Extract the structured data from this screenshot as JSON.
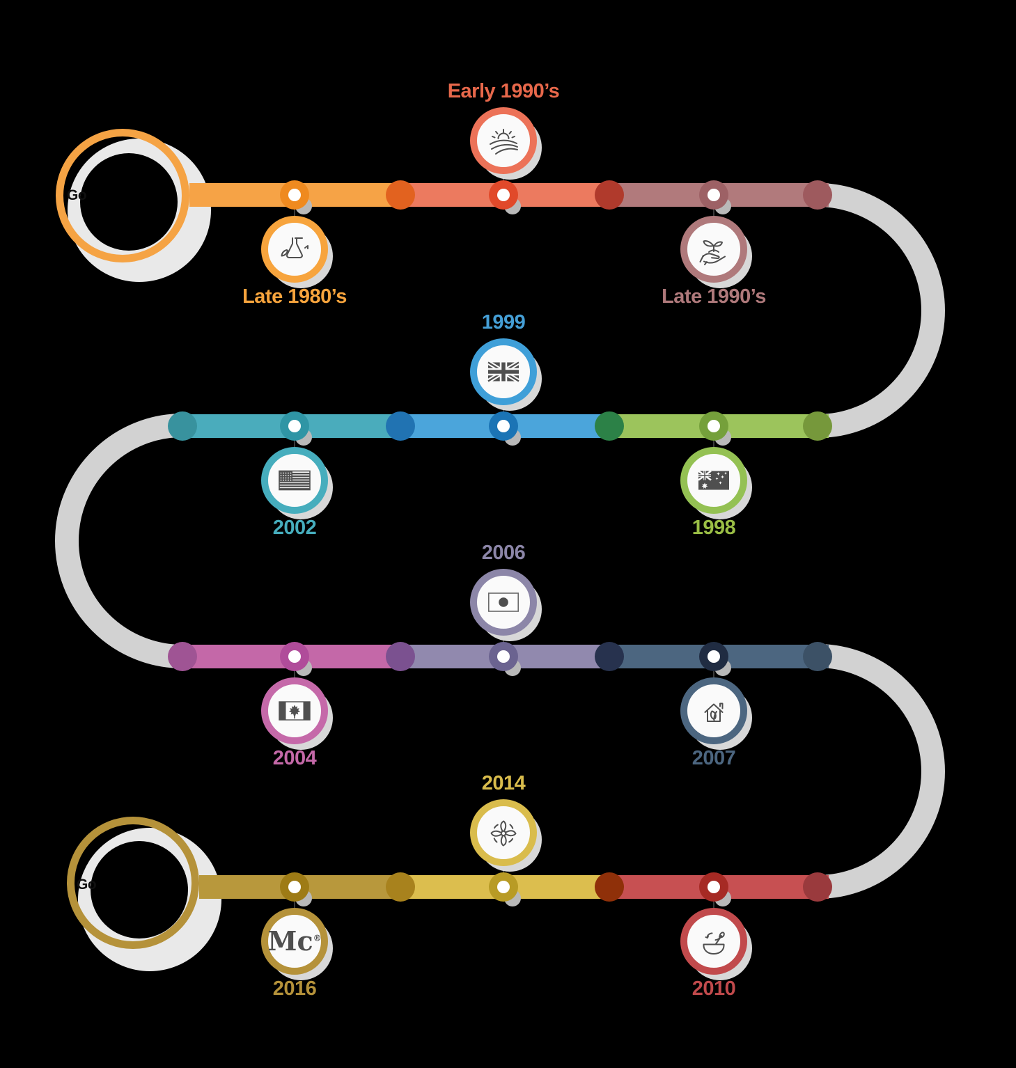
{
  "page": {
    "background_color": "#000000",
    "curve_color": "#D2D2D2",
    "shadow_color": "#B9B9B9"
  },
  "start_circle": {
    "visible_text": "Go",
    "ring_color": "#F5A344"
  },
  "end_circle": {
    "visible_text": "Go",
    "ring_color": "#B5923A"
  },
  "rows": [
    {
      "name": "row-1",
      "bar_segments": [
        "#F6A346",
        "#EC7A5F",
        "#B17A7C"
      ],
      "junction_dots": [
        "#E2621F",
        "#B03A2C",
        "#9E5A5E"
      ],
      "milestones": [
        {
          "label": "Late 1980’s",
          "side": "below",
          "icon": "flask-icon",
          "color": "#F7A43D",
          "node_color": "#EF8A1F"
        },
        {
          "label": "Early 1990’s",
          "side": "above",
          "icon": "sunrise-field-icon",
          "color": "#E8684B",
          "node_color": "#E1492A"
        },
        {
          "label": "Late 1990’s",
          "side": "below",
          "icon": "plant-in-hand-icon",
          "color": "#AF797B",
          "node_color": "#9D6165"
        }
      ]
    },
    {
      "name": "row-2",
      "bar_segments": [
        "#4AACBC",
        "#4BA5DB",
        "#9CC45C"
      ],
      "junction_dots": [
        "#38929E",
        "#2173B2",
        "#2C8147",
        "#76983B"
      ],
      "milestones": [
        {
          "label": "2002",
          "side": "below",
          "icon": "usa-flag-icon",
          "color": "#46ADBD",
          "node_color": "#2F95A5"
        },
        {
          "label": "1999",
          "side": "above",
          "icon": "uk-flag-icon",
          "color": "#459FD6",
          "node_color": "#1B74B5"
        },
        {
          "label": "1998",
          "side": "below",
          "icon": "australia-flag-icon",
          "color": "#9ABE45",
          "node_color": "#75A03B"
        }
      ]
    },
    {
      "name": "row-3",
      "bar_segments": [
        "#C468A8",
        "#9189AE",
        "#4C6680"
      ],
      "junction_dots": [
        "#9F5494",
        "#7B5190",
        "#27324E",
        "#3C5166"
      ],
      "milestones": [
        {
          "label": "2004",
          "side": "below",
          "icon": "canada-flag-icon",
          "color": "#C569A9",
          "node_color": "#B04C9A"
        },
        {
          "label": "2006",
          "side": "above",
          "icon": "japan-flag-icon",
          "color": "#8C86A8",
          "node_color": "#6B6390"
        },
        {
          "label": "2007",
          "side": "below",
          "icon": "eco-house-icon",
          "color": "#4C6680",
          "node_color": "#202C42"
        }
      ]
    },
    {
      "name": "row-4",
      "bar_segments": [
        "#B8983C",
        "#DCBE4E",
        "#C75052"
      ],
      "junction_dots": [
        "#A8821D",
        "#8F3009",
        "#9A3A3D"
      ],
      "milestones": [
        {
          "label": "2016",
          "side": "below",
          "icon": "mccormick-logo-icon",
          "color": "#B5923A",
          "node_color": "#9E7B15",
          "logo_text": "Mc",
          "logo_mark": "®"
        },
        {
          "label": "2014",
          "side": "above",
          "icon": "fan-icon",
          "color": "#D9BC4C",
          "node_color": "#B89B25"
        },
        {
          "label": "2010",
          "side": "below",
          "icon": "stirring-bowl-icon",
          "color": "#C14A4C",
          "node_color": "#A62A24"
        }
      ]
    }
  ]
}
